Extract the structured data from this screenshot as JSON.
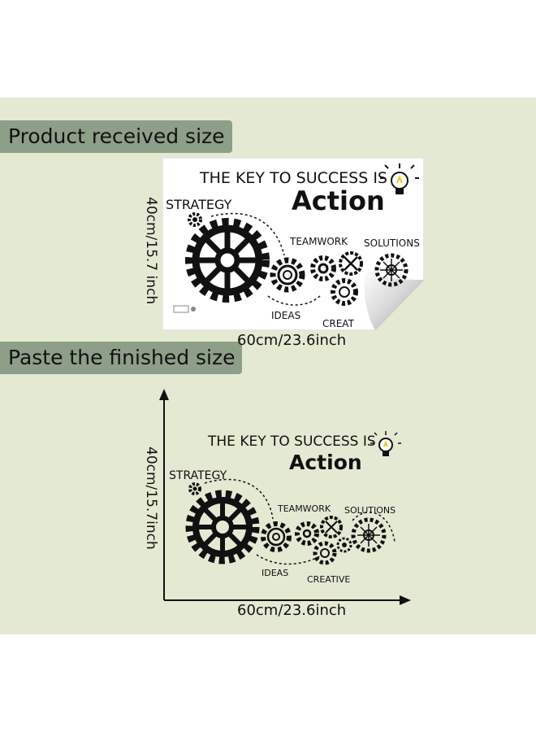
{
  "labels": {
    "received": "Product received size",
    "finished": "Paste the finished size"
  },
  "dimensions": {
    "received_height": "40cm/15.7 inch",
    "received_width": "60cm/23.6inch",
    "finished_height": "40cm/15.7inch",
    "finished_width": "60cm/23.6inch"
  },
  "decal": {
    "headline": "THE KEY TO SUCCESS IS",
    "action": "Action",
    "strategy": "STRATEGY",
    "teamwork": "TEAMWORK",
    "solutions": "SOLUTIONS",
    "ideas": "IDEAS",
    "creative": "CREATIVE",
    "creative_cut": "CREAT"
  },
  "colors": {
    "panel": "#e4e9d2",
    "pill": "#8d9f86",
    "gear": "#111111",
    "bulb": "#f2c21b"
  }
}
